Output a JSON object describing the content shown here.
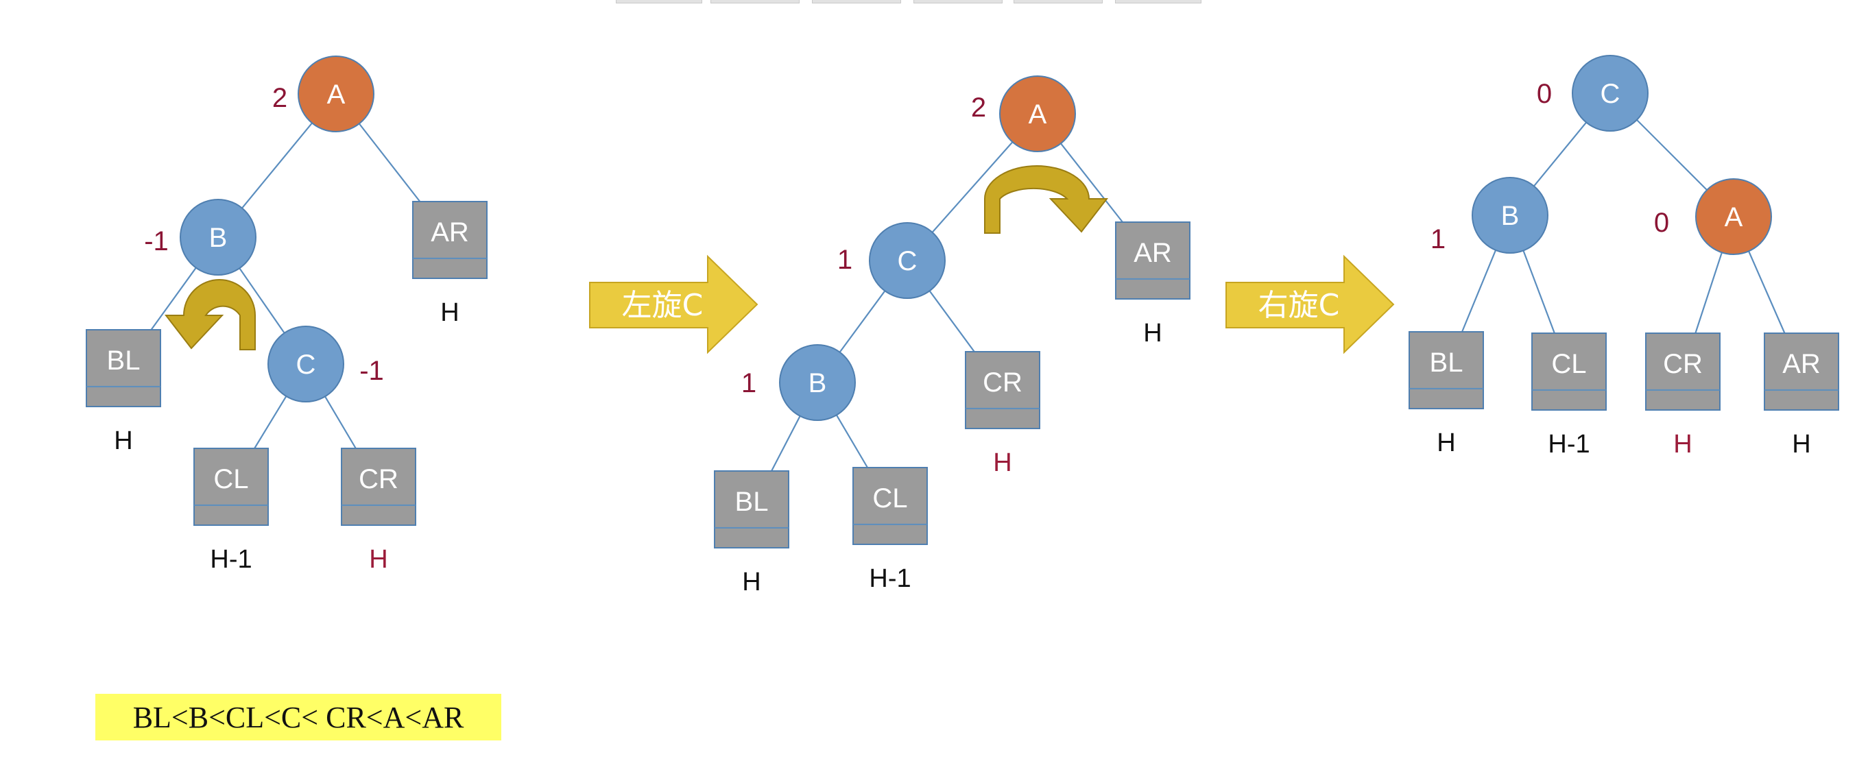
{
  "colors": {
    "circle_blue": "#6f9dcc",
    "circle_orange": "#d5743f",
    "square_gray": "#9b9b9b",
    "edge": "#5b8ebf",
    "factor_text": "#8b1535",
    "height_default": "#111111",
    "height_highlight": "#9b1c3a",
    "arrow_big": "#eacb3f",
    "curved_arrow": "#c9a824",
    "order_bg": "#ffff66"
  },
  "diagrams": [
    {
      "id": "before",
      "nodes": [
        {
          "label": "A",
          "shape": "circle",
          "color": "orange",
          "factor": "2"
        },
        {
          "label": "B",
          "shape": "circle",
          "color": "blue",
          "factor": "-1"
        },
        {
          "label": "AR",
          "shape": "square",
          "height": "H",
          "height_color": "default"
        },
        {
          "label": "BL",
          "shape": "square",
          "height": "H",
          "height_color": "default"
        },
        {
          "label": "C",
          "shape": "circle",
          "color": "blue",
          "factor": "-1"
        },
        {
          "label": "CL",
          "shape": "square",
          "height": "H-1",
          "height_color": "default"
        },
        {
          "label": "CR",
          "shape": "square",
          "height": "H",
          "height_color": "highlight"
        }
      ],
      "edges": [
        [
          "A",
          "B"
        ],
        [
          "A",
          "AR"
        ],
        [
          "B",
          "BL"
        ],
        [
          "B",
          "C"
        ],
        [
          "C",
          "CL"
        ],
        [
          "C",
          "CR"
        ]
      ],
      "curved_arrow": "left rotation around B"
    },
    {
      "id": "middle",
      "nodes": [
        {
          "label": "A",
          "shape": "circle",
          "color": "orange",
          "factor": "2"
        },
        {
          "label": "C",
          "shape": "circle",
          "color": "blue",
          "factor": "1"
        },
        {
          "label": "AR",
          "shape": "square",
          "height": "H",
          "height_color": "default"
        },
        {
          "label": "B",
          "shape": "circle",
          "color": "blue",
          "factor": "1"
        },
        {
          "label": "CR",
          "shape": "square",
          "height": "H",
          "height_color": "highlight"
        },
        {
          "label": "BL",
          "shape": "square",
          "height": "H",
          "height_color": "default"
        },
        {
          "label": "CL",
          "shape": "square",
          "height": "H-1",
          "height_color": "default"
        }
      ],
      "edges": [
        [
          "A",
          "C"
        ],
        [
          "A",
          "AR"
        ],
        [
          "C",
          "B"
        ],
        [
          "C",
          "CR"
        ],
        [
          "B",
          "BL"
        ],
        [
          "B",
          "CL"
        ]
      ],
      "curved_arrow": "right rotation around A"
    },
    {
      "id": "after",
      "nodes": [
        {
          "label": "C",
          "shape": "circle",
          "color": "blue",
          "factor": "0"
        },
        {
          "label": "B",
          "shape": "circle",
          "color": "blue",
          "factor": "1"
        },
        {
          "label": "A",
          "shape": "circle",
          "color": "orange",
          "factor": "0"
        },
        {
          "label": "BL",
          "shape": "square",
          "height": "H",
          "height_color": "default"
        },
        {
          "label": "CL",
          "shape": "square",
          "height": "H-1",
          "height_color": "default"
        },
        {
          "label": "CR",
          "shape": "square",
          "height": "H",
          "height_color": "highlight"
        },
        {
          "label": "AR",
          "shape": "square",
          "height": "H",
          "height_color": "default"
        }
      ],
      "edges": [
        [
          "C",
          "B"
        ],
        [
          "C",
          "A"
        ],
        [
          "B",
          "BL"
        ],
        [
          "B",
          "CL"
        ],
        [
          "A",
          "CR"
        ],
        [
          "A",
          "AR"
        ]
      ]
    }
  ],
  "arrows": [
    {
      "label": "左旋C"
    },
    {
      "label": "右旋C"
    }
  ],
  "order": "BL<B<CL<C< CR<A<AR"
}
